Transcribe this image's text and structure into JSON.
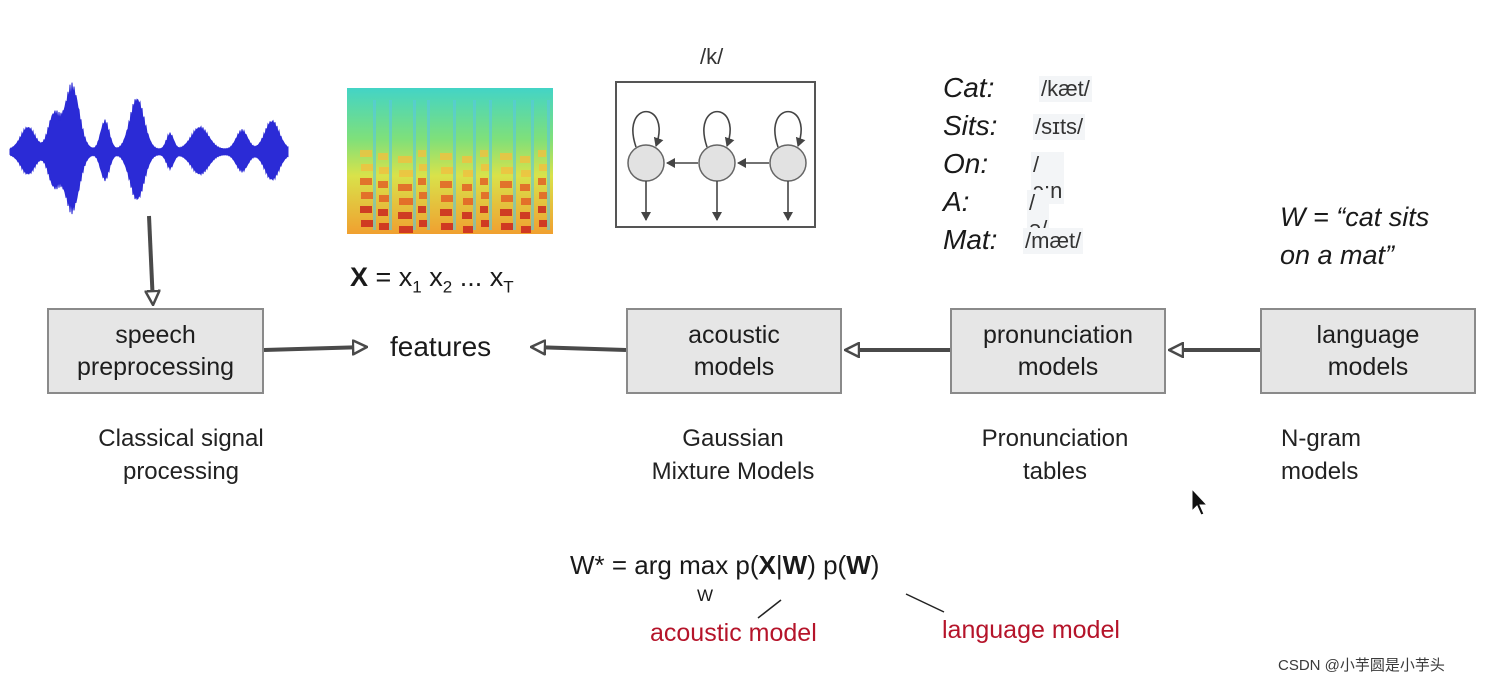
{
  "boxes": {
    "speech": {
      "line1": "speech",
      "line2": "preprocessing"
    },
    "acoustic": {
      "line1": "acoustic",
      "line2": "models"
    },
    "pronunciation": {
      "line1": "pronunciation",
      "line2": "models"
    },
    "language": {
      "line1": "language",
      "line2": "models"
    }
  },
  "features_label": "features",
  "captions": {
    "speech": {
      "line1": "Classical signal",
      "line2": "processing"
    },
    "acoustic": {
      "line1": "Gaussian",
      "line2": "Mixture Models"
    },
    "pronunciation": {
      "line1": "Pronunciation",
      "line2": "tables"
    },
    "language": {
      "line1": "N-gram",
      "line2": "models"
    }
  },
  "hmm_label": "/k/",
  "feature_seq": {
    "bold": "X",
    "eq": " = ",
    "x": "x",
    "s1": "1",
    "s2": "2",
    "dots": " ... ",
    "sT": "T"
  },
  "pronunciations": [
    {
      "word": "Cat:",
      "ipa": "/kæt/"
    },
    {
      "word": "Sits:",
      "ipa": "/sɪts/"
    },
    {
      "word": "On:",
      "ipa": "/ɔ:n"
    },
    {
      "word": "A:",
      "ipa": "/ə/"
    },
    {
      "word": "Mat:",
      "ipa": "/mæt/"
    }
  ],
  "sentence": {
    "line1": "W = “cat sits",
    "line2": "on a mat”"
  },
  "equation": {
    "lhs": "W* = arg max p(",
    "X": "X",
    "bar": "|",
    "W1": "W",
    "mid": ") p(",
    "W2": "W",
    "end": ")",
    "sub": "W"
  },
  "annotations": {
    "acoustic": "acoustic model",
    "language": "language model"
  },
  "watermark": "CSDN @小芋圆是小芋头",
  "colors": {
    "waveform": "#2b2bd6",
    "annotation": "#b5142a",
    "box_fill": "#e6e6e6"
  }
}
